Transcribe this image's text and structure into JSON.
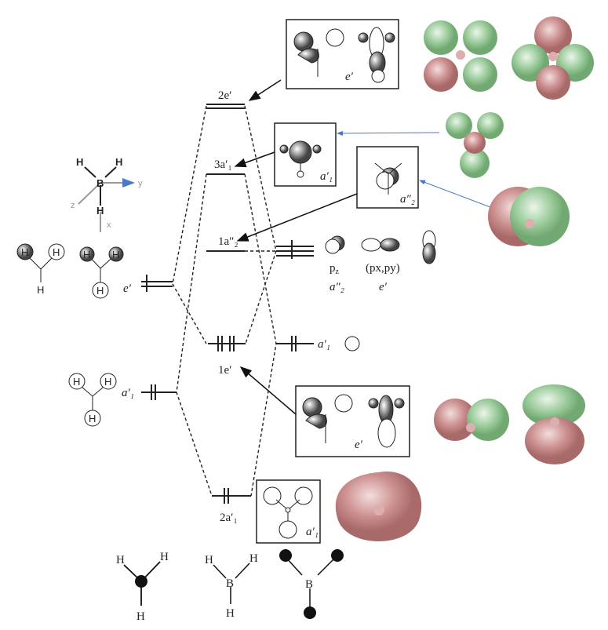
{
  "levels": {
    "mo_2e": "2e′",
    "mo_3a1": "3a′₁",
    "mo_1a2": "1a″₂",
    "mo_1e": "1e′",
    "mo_2a1": "2a′₁",
    "left_e": "e′",
    "left_a1": "a′₁",
    "right_pz": "p",
    "right_pz_sub": "z",
    "right_a2": "a″₂",
    "right_pxpy": "(p",
    "right_pxpy_full": "(px,py)",
    "right_e": "e′",
    "right_a1": "a′₁"
  },
  "boxes": {
    "top_label": "e′",
    "a1_label": "a′₁",
    "a2_label": "a″₂",
    "lower_e_label": "e′",
    "bottom_a1_label": "a′₁"
  },
  "atoms": {
    "H": "H",
    "B": "B"
  },
  "axes": {
    "x": "x",
    "y": "y",
    "z": "z"
  },
  "colors": {
    "green_lobe": "#7fbf7f",
    "red_lobe": "#c07070",
    "arrow_blue": "#4a78c8"
  }
}
